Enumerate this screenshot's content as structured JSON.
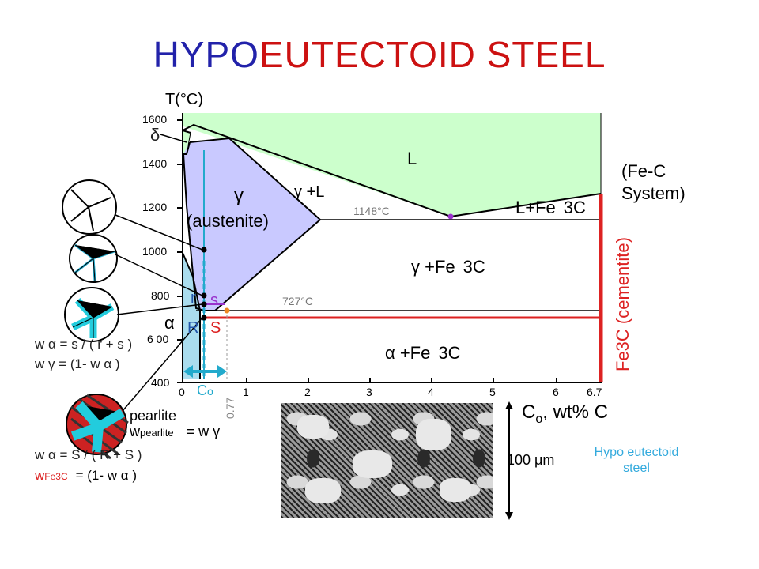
{
  "title": {
    "part1": "HYPO",
    "part2": "EUTECTOID  STEEL"
  },
  "axis": {
    "y_label": "T(°C)",
    "y_ticks": [
      "1600",
      "1400",
      "1200",
      "1000",
      "800",
      "6 00",
      "400"
    ],
    "x_ticks": [
      "0",
      "1",
      "2",
      "3",
      "4",
      "5",
      "6",
      "6.7"
    ],
    "x_label_c": "C",
    "x_label_sub": "o",
    "x_label_rest": ",  wt% C"
  },
  "labels": {
    "L": "L",
    "gamma_L": "γ +L",
    "gamma_sym": "γ",
    "austenite": "(austenite)",
    "L_Fe3C_a": "L+Fe",
    "L_Fe3C_b": "3",
    "L_Fe3C_c": "C",
    "gamma_Fe3C_a": "γ +Fe",
    "gamma_Fe3C_b": "3",
    "gamma_Fe3C_c": "C",
    "alpha_Fe3C_a": "α +Fe",
    "alpha_Fe3C_b": "3",
    "alpha_Fe3C_c": "C",
    "system": [
      "(Fe-C",
      "System)"
    ],
    "cementite": "Fe3C (cementite)",
    "t1148": "1148°C",
    "t727": "727°C",
    "delta": "δ",
    "alpha": "α",
    "r": "r",
    "s": "s",
    "R": "R",
    "S": "S",
    "co": "C",
    "co_sub": "o",
    "c077": "0.77"
  },
  "formulas": {
    "wa1": "w α  = s / ( r + s )",
    "wg1": "w γ  = (1-  w α  )",
    "pearlite": "pearlite",
    "wpearlite": "w",
    "wpearlite_sub": "pearlite",
    "wpearlite_eq": "=  w γ",
    "wa2": "w α   = S / ( R + S )",
    "wfe": "w",
    "wfe_sub": "Fe3C",
    "wfe_eq": "= (1-  w α )"
  },
  "micro_labels": {
    "scale": "100  μm",
    "caption": [
      "Hypo eutectoid",
      "steel"
    ]
  },
  "colors": {
    "liquid": "#ccffcc",
    "austenite": "#c9c9ff",
    "alpha_region": "#aaddee",
    "accent_red": "#dd2222",
    "accent_blue": "#2222aa",
    "cyan": "#22aacc",
    "purple": "#9933cc"
  }
}
